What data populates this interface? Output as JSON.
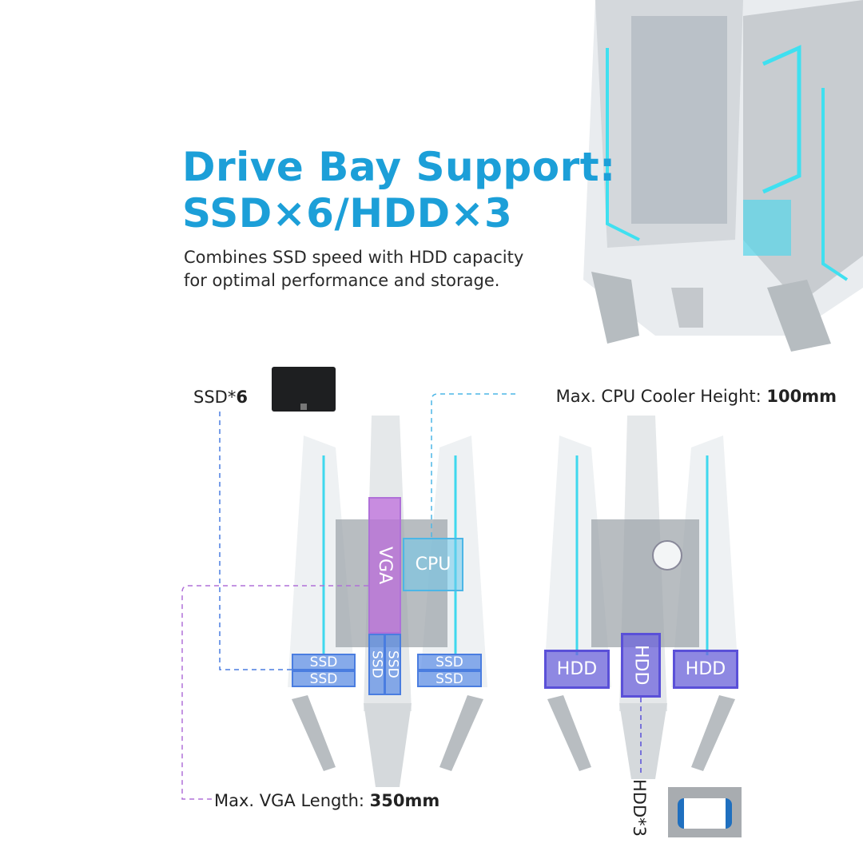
{
  "headline": {
    "line1": "Drive Bay Support:",
    "line2": "SSD×6/HDD×3"
  },
  "description": {
    "line1": "Combines SSD speed with HDD capacity",
    "line2": "for optimal performance and storage."
  },
  "callouts": {
    "ssd": {
      "label": "SSD*",
      "value": "6"
    },
    "cpu": {
      "label": "Max. CPU Cooler Height: ",
      "value": "100mm"
    },
    "vga": {
      "label": "Max. VGA Length: ",
      "value": "350mm"
    },
    "hdd": {
      "label": "HDD*3"
    }
  },
  "overlays": {
    "vga": "VGA",
    "cpu": "CPU",
    "ssd": "SSD",
    "hdd": "HDD"
  },
  "colors": {
    "accent": "#1c9fd8",
    "ssd": "#4a7de0",
    "hdd": "#5a50d8",
    "vga": "#b070d8",
    "cpu": "#4cb6e6"
  }
}
